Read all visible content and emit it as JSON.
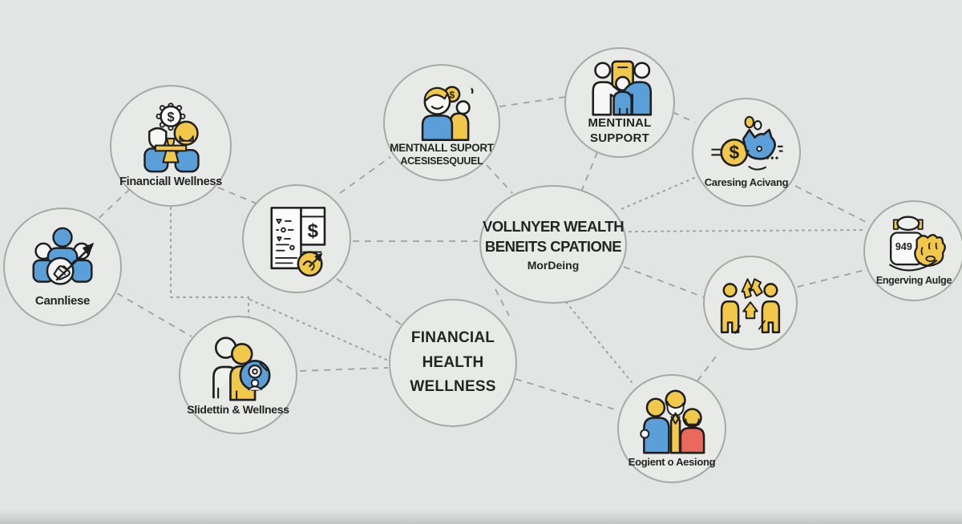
{
  "colors": {
    "background": "#e2e5e3",
    "node_fill": "#e8eae8",
    "node_stroke": "#a5aaa7",
    "connector": "#99a3a0",
    "icon_blue": "#5a9fd8",
    "icon_yellow": "#f2c84b",
    "icon_red": "#e96a5c",
    "icon_outline": "#1f1f1f",
    "text": "#242424"
  },
  "nodes": {
    "financial_wellness": {
      "label": "Financiall Wellness"
    },
    "cannliese": {
      "label": "Cannliese"
    },
    "benefits_checklist": {
      "label": ""
    },
    "slidettin_wellness": {
      "label": "Slidettin & Wellness"
    },
    "mentnall_suport": {
      "line1": "MENTNALL SUPORT",
      "line2": "ACESISESQUUEL"
    },
    "mentinal_support": {
      "line1": "MENTINAL",
      "line2": "SUPPORT"
    },
    "caresing_acivang": {
      "label": "Caresing Acivang"
    },
    "vollnyer_hub": {
      "line1": "VOLLNYER WEALTH",
      "line2": "BENEITS CPATIONE",
      "line3": "MorDeing"
    },
    "financial_health": {
      "line1": "FINANCIAL",
      "line2": "HEALTH",
      "line3": "WELLNESS"
    },
    "people_exchange": {
      "label": ""
    },
    "engerving_aulge": {
      "label": "Engerving Aulge"
    },
    "eogient_aesiong": {
      "label": "Eogient o Aesiong"
    }
  },
  "icon_texts": {
    "gear_dollar": "$",
    "panel_dollar": "$",
    "piggy_dollar": "$",
    "head_coin_dollar": "$",
    "jar_number": "949"
  }
}
